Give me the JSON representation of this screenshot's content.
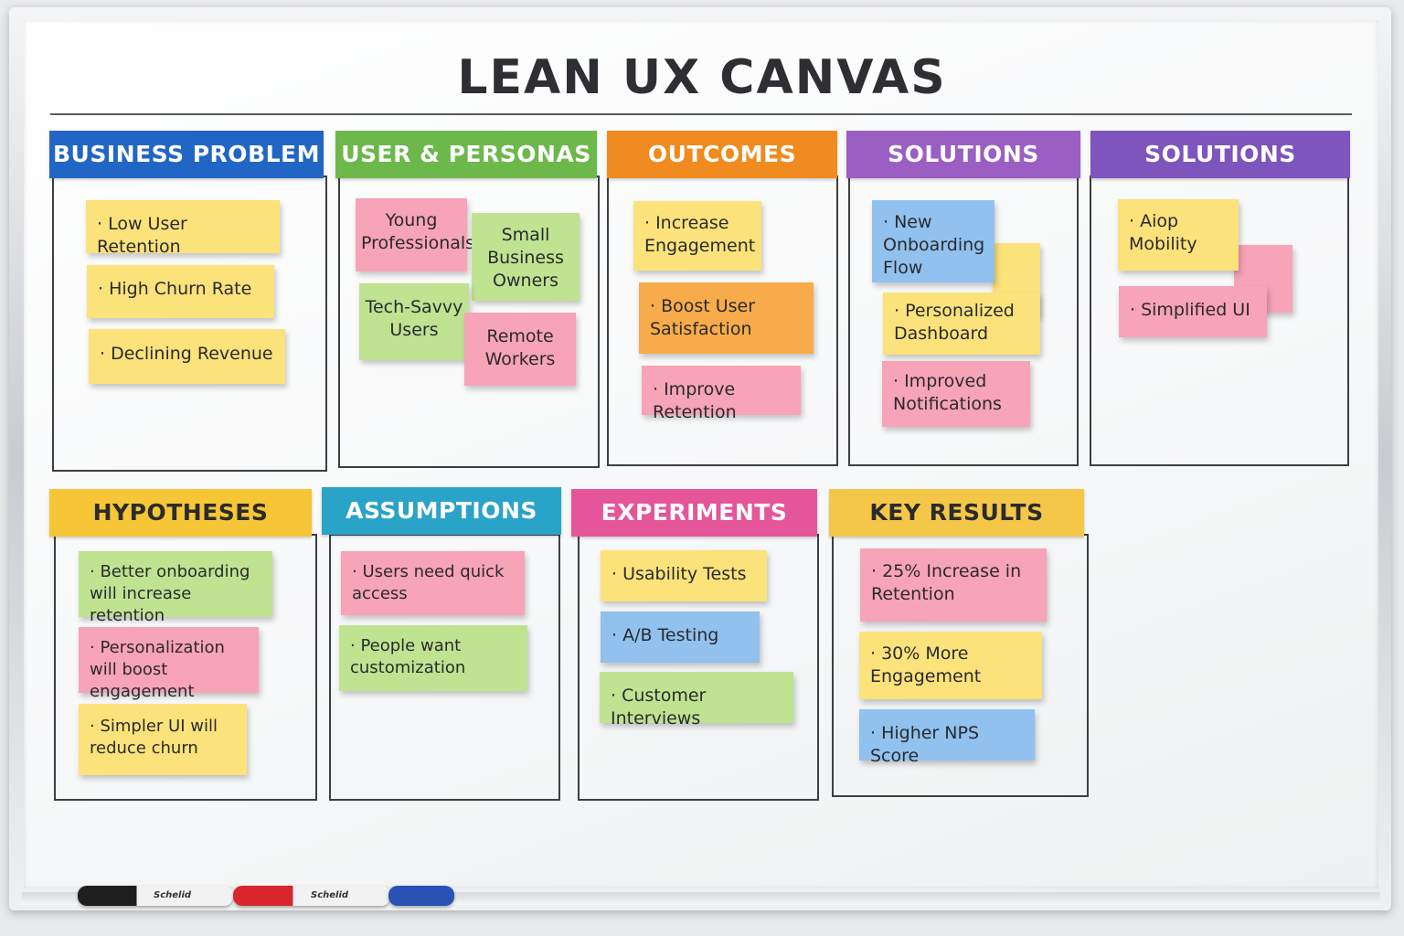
{
  "title": "LEAN UX CANVAS",
  "sections": {
    "business_problem": {
      "header": "BUSINESS PROBLEM",
      "notes": [
        "· Low User Retention",
        "· High Churn Rate",
        "· Declining Revenue"
      ]
    },
    "user_personas": {
      "header": "USER & PERSONAS",
      "notes": [
        "Young Professionals",
        "Small Business Owners",
        "Tech-Savvy Users",
        "Remote Workers"
      ]
    },
    "outcomes": {
      "header": "OUTCOMES",
      "notes": [
        "· Increase Engagement",
        "· Boost User Satisfaction",
        "· Improve Retention"
      ]
    },
    "solutions_1": {
      "header": "SOLUTIONS",
      "notes": [
        "· New Onboarding Flow",
        "· Personalized Dashboard",
        "· Improved Notifications"
      ]
    },
    "solutions_2": {
      "header": "SOLUTIONS",
      "notes": [
        "· Aiop Mobility",
        "· Simplified UI"
      ]
    },
    "hypotheses": {
      "header": "HYPOTHESES",
      "notes": [
        "· Better onboarding will increase retention",
        "· Personalization will boost engagement",
        "· Simpler UI will reduce churn"
      ]
    },
    "assumptions": {
      "header": "ASSUMPTIONS",
      "notes": [
        "· Users need quick access",
        "· People want customization"
      ]
    },
    "experiments": {
      "header": "EXPERIMENTS",
      "notes": [
        "· Usability Tests",
        "· A/B Testing",
        "· Customer Interviews"
      ]
    },
    "key_results": {
      "header": "KEY RESULTS",
      "notes": [
        "· 25% Increase in Retention",
        "· 30% More Engagement",
        "· Higher NPS Score"
      ]
    }
  },
  "markers": {
    "brand": "Schelid"
  },
  "colors": {
    "business_problem": "#2166c4",
    "user_personas": "#6cb84a",
    "outcomes": "#f08b1f",
    "solutions_1": "#9b5ec2",
    "solutions_2": "#7d55bd",
    "hypotheses": "#f6c636",
    "assumptions": "#2aa3c9",
    "experiments": "#e5559a",
    "key_results": "#f5c749"
  }
}
